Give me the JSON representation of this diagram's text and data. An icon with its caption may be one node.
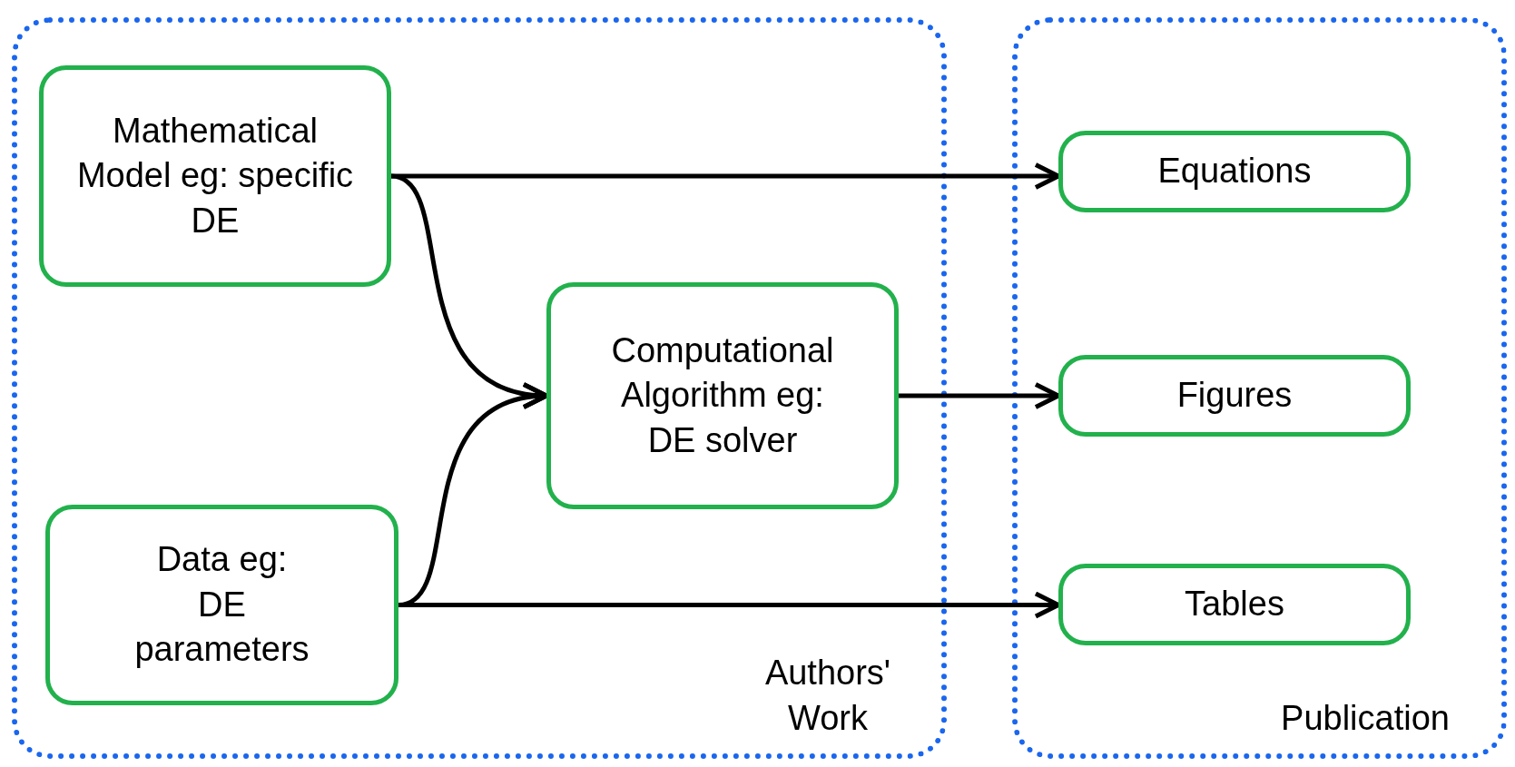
{
  "diagram": {
    "nodes": [
      {
        "text": [
          "Authors' Work"
        ]
      },
      {
        "text": [
          "Mathematical Model eg: specific DE"
        ],
        "in": 0
      },
      {
        "text": [
          "Data eg: DE parameters"
        ],
        "in": 0
      },
      {
        "text": [
          "Computational Algorithm eg: DE solver"
        ],
        "in": 0
      },
      {
        "text": [
          "Publication"
        ]
      },
      {
        "text": [
          "Equations"
        ],
        "in": 4
      },
      {
        "text": [
          "Figures"
        ],
        "in": 4
      },
      {
        "text": [
          "Tables"
        ],
        "in": 4
      }
    ],
    "edges": [
      {
        "from": 1,
        "to": 5,
        "arrow": "to"
      },
      {
        "from": 1,
        "to": 3,
        "arrow": "to"
      },
      {
        "from": 2,
        "to": 3,
        "arrow": "to"
      },
      {
        "from": 3,
        "to": 6,
        "arrow": "to"
      },
      {
        "from": 2,
        "to": 7,
        "arrow": "to"
      }
    ]
  }
}
